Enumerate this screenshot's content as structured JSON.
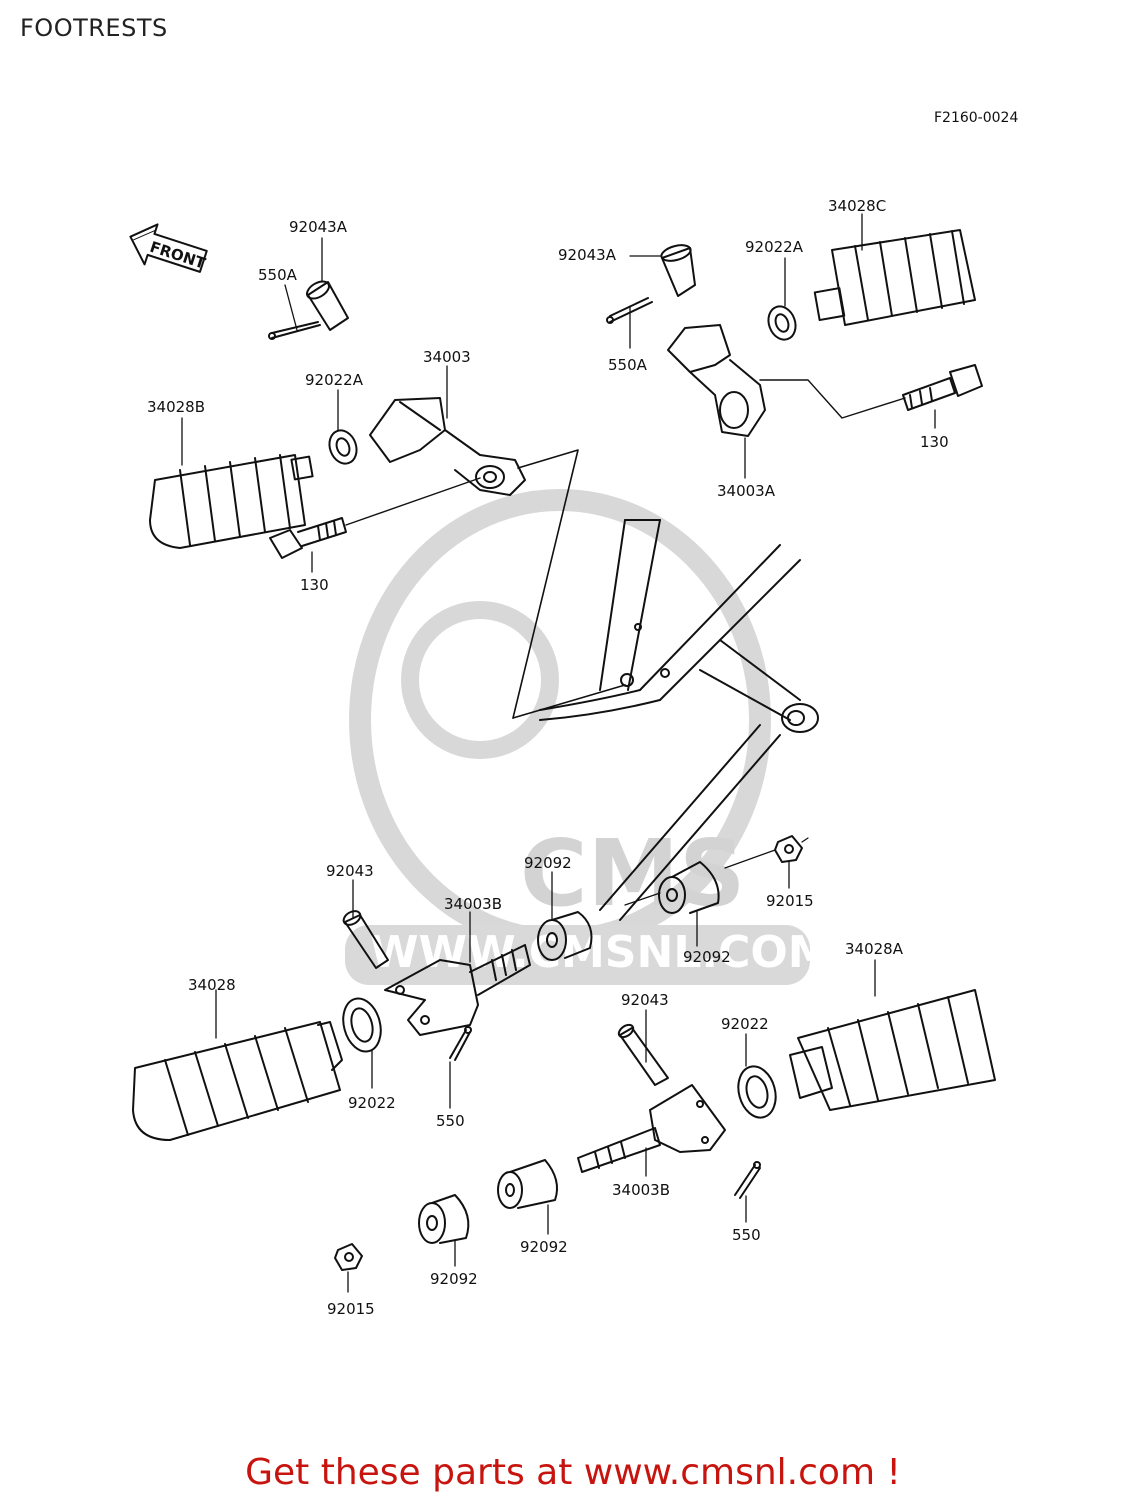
{
  "header": {
    "title": "FOOTRESTS",
    "figure_code": "F2160-0024"
  },
  "front_arrow_label": "FRONT",
  "watermark": {
    "brand": "CMS",
    "url": "WWW.CMSNL.COM"
  },
  "callouts": {
    "c_92043A_left": "92043A",
    "c_550A_left": "550A",
    "c_34003": "34003",
    "c_92022A_left": "92022A",
    "c_34028B": "34028B",
    "c_130_left": "130",
    "c_92043A_right": "92043A",
    "c_92022A_right": "92022A",
    "c_34028C": "34028C",
    "c_550A_right": "550A",
    "c_130_right": "130",
    "c_34003A": "34003A",
    "c_92043_left": "92043",
    "c_34003B_left": "34003B",
    "c_92092_upper": "92092",
    "c_92092_mid": "92092",
    "c_92015_right": "92015",
    "c_34028A": "34028A",
    "c_34028": "34028",
    "c_92022_left": "92022",
    "c_550_left": "550",
    "c_92043_right": "92043",
    "c_92022_right": "92022",
    "c_34003B_right": "34003B",
    "c_550_right": "550",
    "c_92092_lower_right": "92092",
    "c_92092_lower_left": "92092",
    "c_92015_left": "92015"
  },
  "footer": {
    "text": "Get these parts at www.cmsnl.com !"
  },
  "colors": {
    "line": "#111111",
    "footer": "#c8140f",
    "watermark": "#cfcfcf"
  }
}
